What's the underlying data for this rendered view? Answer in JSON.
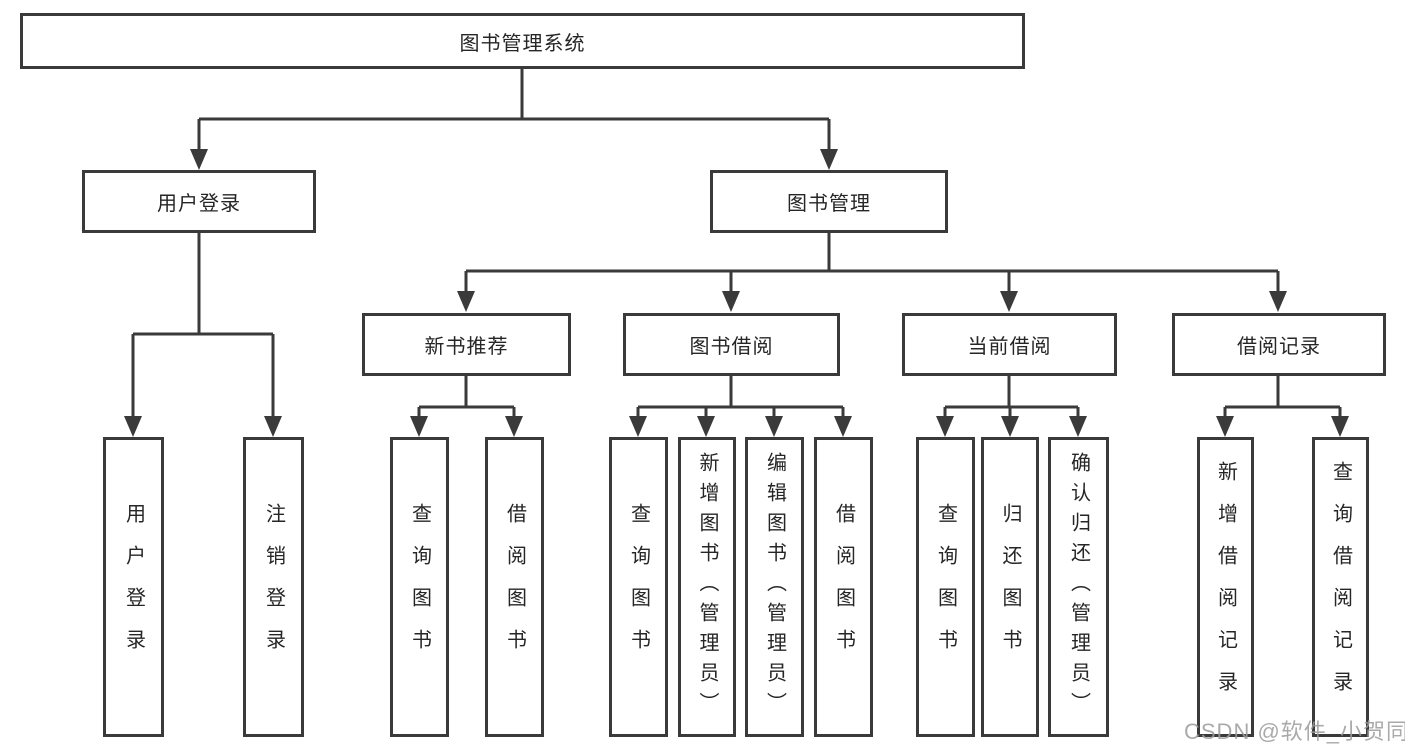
{
  "tree": {
    "root": {
      "label": "图书管理系统"
    },
    "branches": [
      {
        "label": "用户登录",
        "leaves": [
          {
            "label": "用户登录"
          },
          {
            "label": "注销登录"
          }
        ]
      },
      {
        "label": "图书管理",
        "groups": [
          {
            "label": "新书推荐",
            "leaves": [
              {
                "label": "查询图书"
              },
              {
                "label": "借阅图书"
              }
            ]
          },
          {
            "label": "图书借阅",
            "leaves": [
              {
                "label": "查询图书"
              },
              {
                "label": "新增图书（管理员）"
              },
              {
                "label": "编辑图书（管理员）"
              },
              {
                "label": "借阅图书"
              }
            ]
          },
          {
            "label": "当前借阅",
            "leaves": [
              {
                "label": "查询图书"
              },
              {
                "label": "归还图书"
              },
              {
                "label": "确认归还（管理员）"
              }
            ]
          },
          {
            "label": "借阅记录",
            "leaves": [
              {
                "label": "新增借阅记录"
              },
              {
                "label": "查询借阅记录"
              }
            ]
          }
        ]
      }
    ]
  },
  "watermark": {
    "text": "CSDN @软件_小贺同学"
  },
  "colors": {
    "line": "#3a3a3a",
    "text": "#262626",
    "watermark": "#9c9c9c",
    "background": "#ffffff"
  }
}
